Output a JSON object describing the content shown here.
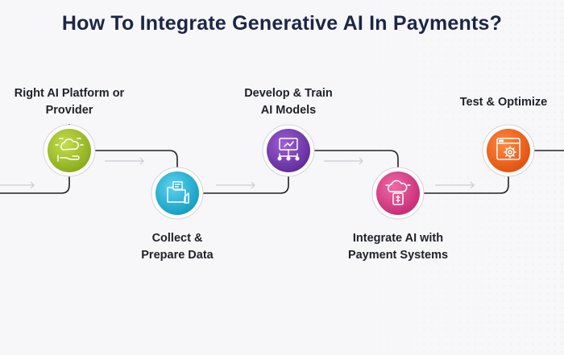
{
  "title": "How To Integrate Generative AI In Payments?",
  "steps": [
    {
      "label": "Right AI Platform or\nProvider",
      "icon": "cloud-hand-icon",
      "color": "#9cbd2a"
    },
    {
      "label": "Collect &\nPrepare Data",
      "icon": "folder-document-icon",
      "color": "#1fb3d6"
    },
    {
      "label": "Develop & Train\nAI Models",
      "icon": "monitor-network-icon",
      "color": "#7b3fb6"
    },
    {
      "label": "Integrate AI with\nPayment Systems",
      "icon": "cloud-payment-icon",
      "color": "#e0438a"
    },
    {
      "label": "Test & Optimize",
      "icon": "browser-gear-icon",
      "color": "#f2641d"
    }
  ]
}
